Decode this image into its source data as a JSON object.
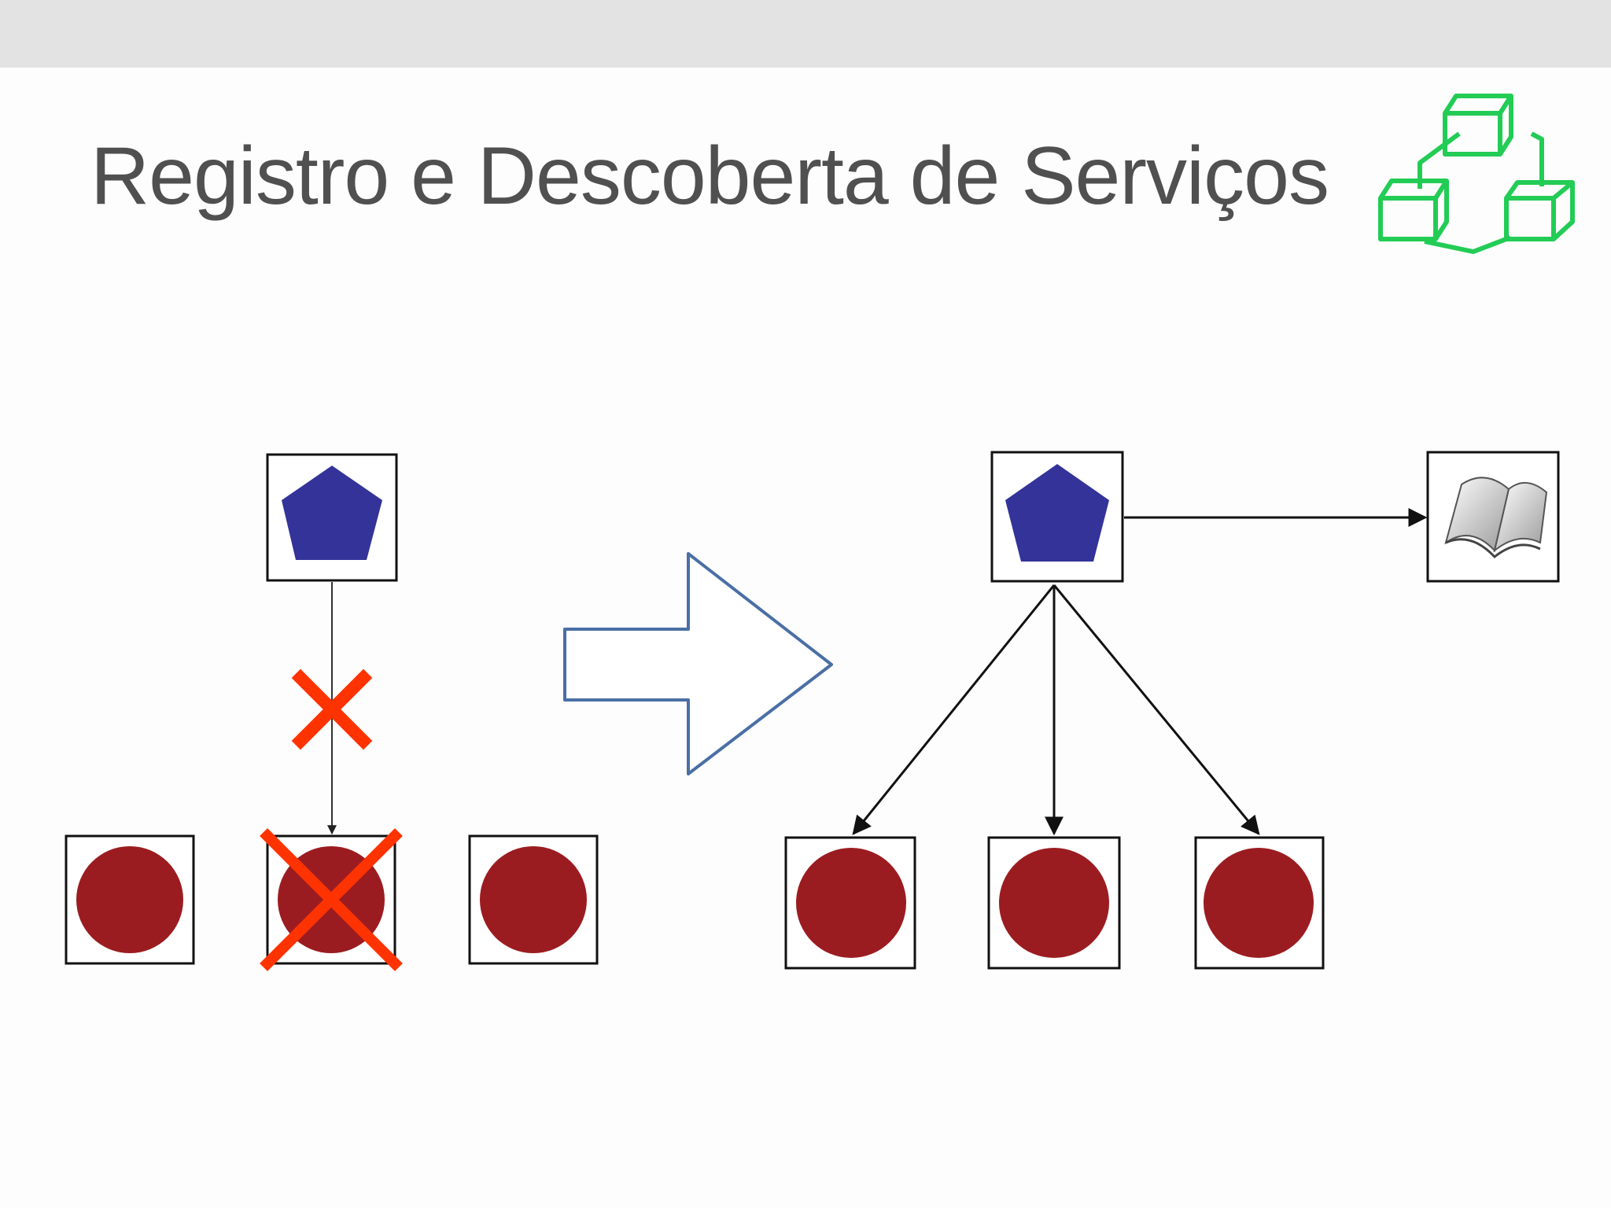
{
  "slide": {
    "title": "Registro e Descoberta de Serviços"
  },
  "logo": {
    "icon": "connected-cubes-icon",
    "color": "#22cc55"
  },
  "colors": {
    "pentagon": "#333399",
    "circle": "#9b1c20",
    "cross": "#ff3300",
    "arrow_outline": "#4a6fa5"
  },
  "left_scheme": {
    "caller_icon": "pentagon-icon",
    "targets": [
      "circle-icon",
      "circle-icon",
      "circle-icon"
    ],
    "failed_target_index": 1,
    "connection_status": "blocked"
  },
  "right_scheme": {
    "caller_icon": "pentagon-icon",
    "registry_icon": "book-icon",
    "targets": [
      "circle-icon",
      "circle-icon",
      "circle-icon"
    ]
  }
}
